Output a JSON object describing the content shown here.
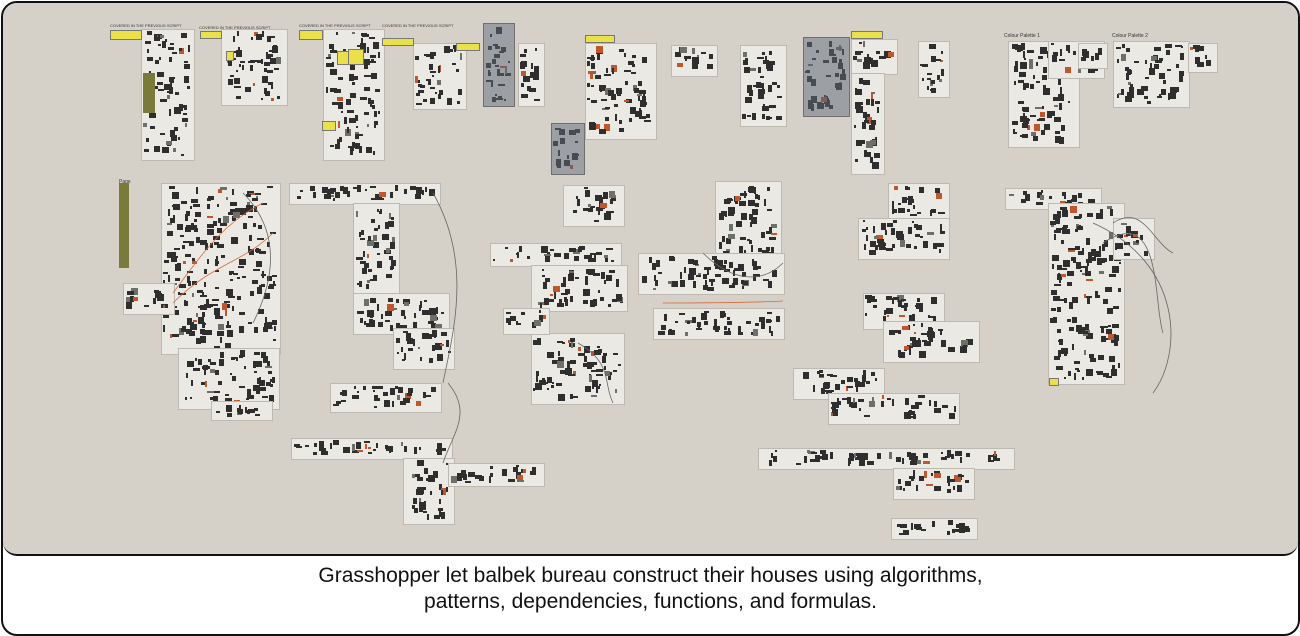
{
  "canvas": {
    "group_labels": {
      "covered_1": "COVERED IN THE PREVIOUS SCRIPT",
      "covered_2": "COVERED IN THE PREVIOUS SCRIPT",
      "covered_3": "COVERED IN THE PREVIOUS SCRIPT",
      "covered_4": "COVERED IN THE PREVIOUS SCRIPT",
      "palette_1": "Colour Palette 1",
      "palette_2": "Colour Palette 2",
      "page": "Page"
    },
    "colors": {
      "background": "#d5d1c9",
      "group": "#ebe9e4",
      "component": "#2e2e2e",
      "panel": "#e9e04a",
      "wire_orange": "#d96a3a"
    }
  },
  "caption": {
    "line1": "Grasshopper let balbek bureau construct their houses using algorithms,",
    "line2": "patterns, dependencies, functions, and formulas."
  }
}
